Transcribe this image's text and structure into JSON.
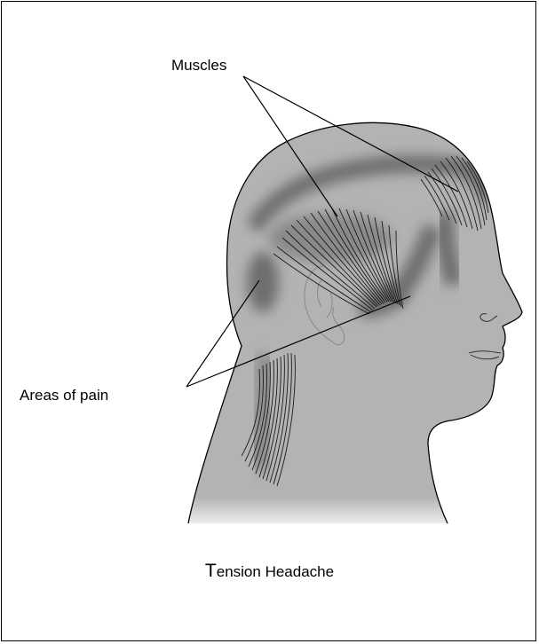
{
  "labels": {
    "muscles": "Muscles",
    "areas_of_pain": "Areas of pain"
  },
  "caption": {
    "initial": "T",
    "rest": "ension Headache"
  },
  "colors": {
    "head_fill": "#b3b3b3",
    "pain_shade": "#6e6e6e",
    "muscle_line": "#1a1a1a",
    "outline": "#000000"
  },
  "icons": [
    "head-profile-illustration"
  ]
}
